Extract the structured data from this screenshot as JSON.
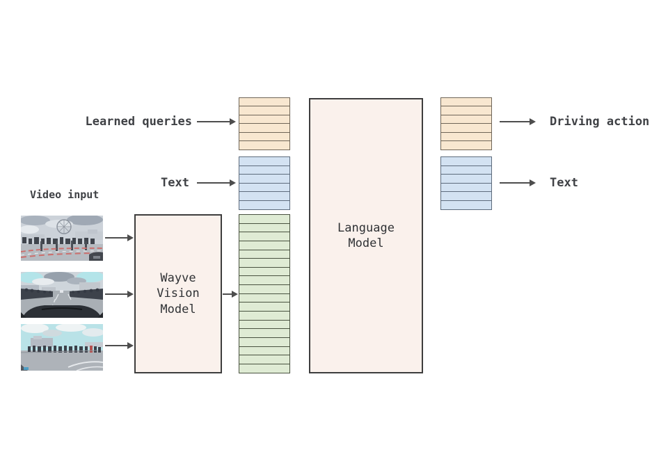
{
  "labels": {
    "learned_queries": "Learned queries",
    "text_input": "Text",
    "video_input": "Video input",
    "driving_action": "Driving action",
    "text_output": "Text"
  },
  "boxes": {
    "vision_model": "Wayve\nVision\nModel",
    "language_model": "Language\nModel"
  },
  "stacks": {
    "learned_queries_tokens": {
      "stripes": 6,
      "fill": "#f8e7d0",
      "border": "#6f6557"
    },
    "text_input_tokens": {
      "stripes": 6,
      "fill": "#d3e2f2",
      "border": "#5d6b7c"
    },
    "vision_tokens": {
      "stripes": 18,
      "fill": "#dfebd4",
      "border": "#48513f"
    },
    "driving_action_tokens": {
      "stripes": 6,
      "fill": "#f8e7d0",
      "border": "#6f6557"
    },
    "text_output_tokens": {
      "stripes": 6,
      "fill": "#d3e2f2",
      "border": "#5d6b7c"
    }
  },
  "colors": {
    "box_fill": "#faf1ec",
    "box_border": "#3d3d3d",
    "arrow": "#4d4d4d",
    "label_text": "#3f4145",
    "orange_token": "#f8e7d0",
    "blue_token": "#d3e2f2",
    "green_token": "#dfebd4"
  },
  "video_frames": {
    "frame_1": "street scene with ferris wheel and crowd",
    "frame_2": "road ahead from dashboard camera",
    "frame_3": "road with crowd on footpath"
  }
}
